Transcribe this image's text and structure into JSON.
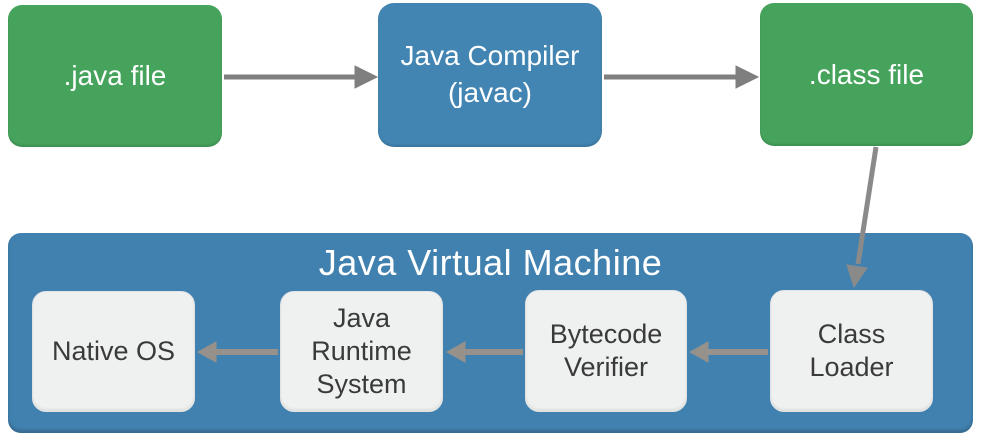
{
  "diagram": {
    "description": "Java program compilation and execution flow",
    "nodes": {
      "java_file": {
        "label": ".java file"
      },
      "compiler": {
        "lines": [
          "Java Compiler",
          "(javac)"
        ]
      },
      "class_file": {
        "label": ".class file"
      },
      "jvm": {
        "label": "Java Virtual Machine"
      },
      "class_loader": {
        "label": "Class Loader"
      },
      "bytecode_verifier": {
        "label": "Bytecode Verifier"
      },
      "java_runtime": {
        "label": "Java Runtime System"
      },
      "native_os": {
        "label": "Native OS"
      }
    },
    "edges": [
      {
        "from": ".java file",
        "to": "Java Compiler (javac)"
      },
      {
        "from": "Java Compiler (javac)",
        "to": ".class file"
      },
      {
        "from": ".class file",
        "to": "Class Loader"
      },
      {
        "from": "Class Loader",
        "to": "Bytecode Verifier"
      },
      {
        "from": "Bytecode Verifier",
        "to": "Java Runtime System"
      },
      {
        "from": "Java Runtime System",
        "to": "Native OS"
      }
    ],
    "colors": {
      "green": "#46a35c",
      "blue": "#4285b2",
      "jvm_blue": "#4181af",
      "box_gray": "#eff0f0",
      "text_dark": "#3a3a3a",
      "arrow_dark": "#7f7f7f",
      "arrow_mid": "#8a8a8a",
      "arrow_light": "#97918b"
    }
  }
}
